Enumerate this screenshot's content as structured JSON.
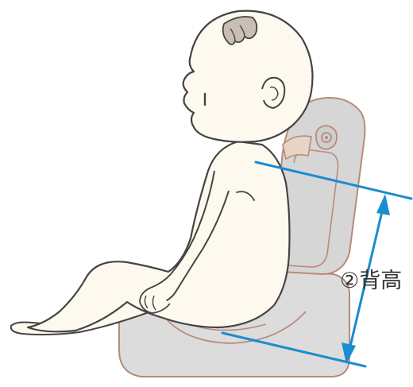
{
  "measurement": {
    "label": "②背高",
    "name": "背高",
    "number": "②",
    "line_color": "#1a8cd0"
  },
  "colors": {
    "skin": "#fdf9ee",
    "skin_stroke": "#444444",
    "hair": "#c8beb4",
    "seat_body": "#dcdcdc",
    "seat_back": "#d6d6d6",
    "seat_outline": "#b98a7a",
    "measure": "#1a8cd0"
  },
  "icons": [
    "baby-figure",
    "baby-seat",
    "head-support-knob",
    "dimension-arrow"
  ]
}
